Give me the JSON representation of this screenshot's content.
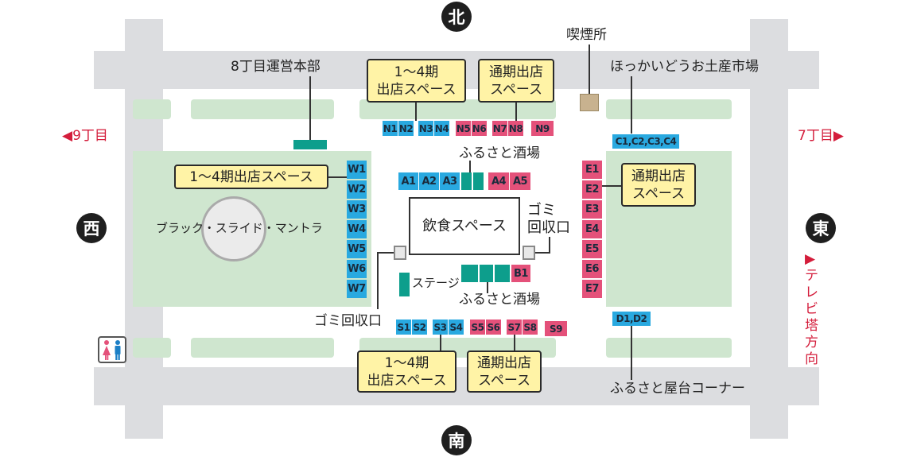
{
  "directions": {
    "north": "北",
    "south": "南",
    "west": "西",
    "east": "東"
  },
  "labels": {
    "hq": "8丁目運営本部",
    "smoking": "喫煙所",
    "hokkaido_market": "ほっかいどうお土産市場",
    "west_street": "◀9丁目",
    "east_street": "7丁目▶",
    "tv_tower": "▶テレビ塔方向",
    "black_slide": "ブラック・スライド・マントラ",
    "furusato_top": "ふるさと酒場",
    "furusato_bottom": "ふるさと酒場",
    "stage": "ステージ",
    "food_space": "飲食スペース",
    "gomi_right": "ゴミ\n回収口",
    "gomi_left": "ゴミ回収口",
    "yatai": "ふるさと屋台コーナー"
  },
  "callouts": {
    "north_14": [
      "1〜4期",
      "出店スペース"
    ],
    "north_tsuki": [
      "通期出店",
      "スペース"
    ],
    "west_14": "1〜4期出店スペース",
    "east_tsuki": [
      "通期出店",
      "スペース"
    ],
    "south_14": [
      "1〜4期",
      "出店スペース"
    ],
    "south_tsuki": [
      "通期出店",
      "スペース"
    ]
  },
  "booths": {
    "north": [
      "N1",
      "N2",
      "N3",
      "N4",
      "N5",
      "N6",
      "N7",
      "N8",
      "N9"
    ],
    "center_a": [
      "A1",
      "A2",
      "A3",
      "A4",
      "A5"
    ],
    "center_b": "B1",
    "west": [
      "W1",
      "W2",
      "W3",
      "W4",
      "W5",
      "W6",
      "W7"
    ],
    "east": [
      "E1",
      "E2",
      "E3",
      "E4",
      "E5",
      "E6",
      "E7"
    ],
    "south": [
      "S1",
      "S2",
      "S3",
      "S4",
      "S5",
      "S6",
      "S7",
      "S8",
      "S9"
    ],
    "c_group": "C1,C2,C3,C4",
    "d_group": "D1,D2"
  },
  "colors": {
    "booth_blue": "#29a9e0",
    "booth_pink": "#e4517a",
    "furusato_teal": "#0d9e8c",
    "callout_yellow": "#fff3a6",
    "park_green": "#cfe6cf",
    "road_gray": "#dcdde0",
    "direction_red": "#d41d3b"
  },
  "icons": {
    "restroom": "restroom-icon"
  }
}
